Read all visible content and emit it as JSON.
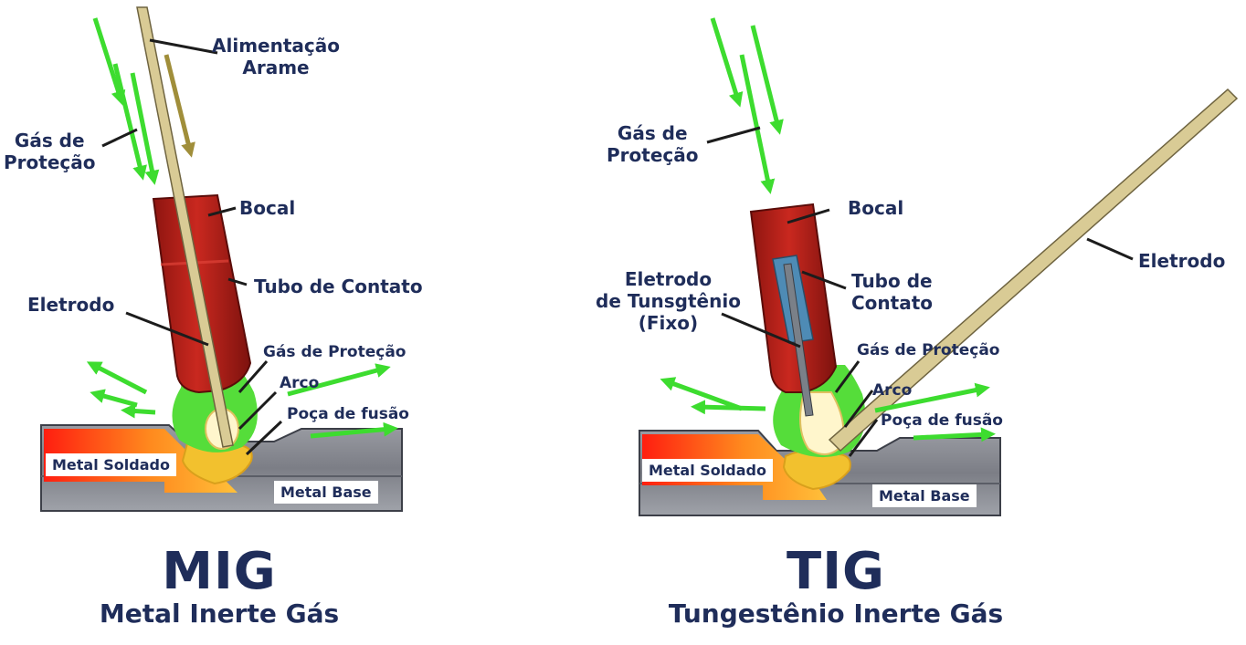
{
  "mig": {
    "title": "MIG",
    "subtitle": "Metal Inerte Gás",
    "labels": {
      "feed_line1": "Alimentação",
      "feed_line2": "Arame",
      "gas_line1": "Gás de",
      "gas_line2": "Proteção",
      "nozzle": "Bocal",
      "contact_tube": "Tubo de Contato",
      "electrode": "Eletrodo",
      "shield_gas": "Gás de Proteção",
      "arc": "Arco",
      "weld_pool": "Poça de fusão",
      "weld_metal": "Metal Soldado",
      "base_metal": "Metal Base"
    }
  },
  "tig": {
    "title": "TIG",
    "subtitle": "Tungestênio Inerte Gás",
    "labels": {
      "gas_line1": "Gás de",
      "gas_line2": "Proteção",
      "nozzle": "Bocal",
      "electrode": "Eletrodo",
      "tungsten_line1": "Eletrodo",
      "tungsten_line2": "de Tunsgtênio",
      "tungsten_line3": "(Fixo)",
      "contact_line1": "Tubo de",
      "contact_line2": "Contato",
      "shield_gas": "Gás de Proteção",
      "arc": "Arco",
      "weld_pool": "Poça de fusão",
      "weld_metal": "Metal Soldado",
      "base_metal": "Metal Base"
    }
  },
  "colors": {
    "label_text": "#1f2d5a",
    "gas_arrow": "#3ddc2f",
    "nozzle": "#b0221c",
    "wire": "#cdbf8a",
    "base_metal": "#8b8d94",
    "weld_hot": "#ff2a10",
    "weld_warm": "#ffb020",
    "pool": "#f2c12e"
  }
}
